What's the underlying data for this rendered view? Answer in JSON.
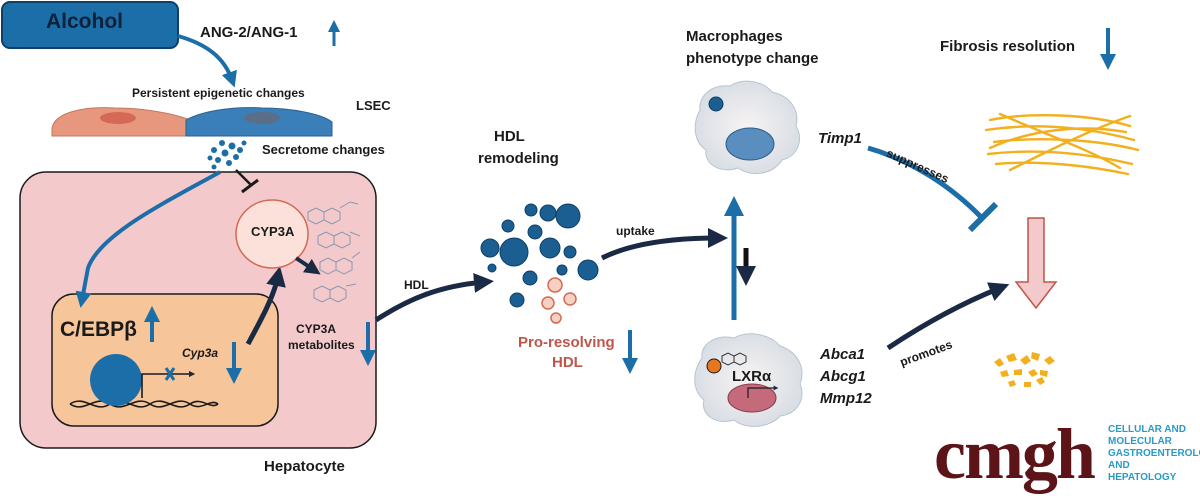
{
  "labels": {
    "alcohol": "Alcohol",
    "ang_ratio": "ANG-2/ANG-1",
    "epigenetic": "Persistent epigenetic changes",
    "lsec": "LSEC",
    "secretome": "Secretome changes",
    "cebpb": "C/EBPβ",
    "cyp3a_gene": "Cyp3a",
    "cyp3a_enzyme": "CYP3A",
    "cyp3a_metabolites_1": "CYP3A",
    "cyp3a_metabolites_2": "metabolites",
    "hepatocyte": "Hepatocyte",
    "hdl_arrow": "HDL",
    "hdl_remodeling_1": "HDL",
    "hdl_remodeling_2": "remodeling",
    "uptake": "uptake",
    "pro_resolving_1": "Pro-resolving",
    "pro_resolving_2": "HDL",
    "macrophages_1": "Macrophages",
    "macrophages_2": "phenotype change",
    "timp1": "Timp1",
    "suppresses": "suppresses",
    "lxra": "LXRα",
    "abca1": "Abca1",
    "abcg1": "Abcg1",
    "mmp12": "Mmp12",
    "promotes": "promotes",
    "fibrosis_resolution": "Fibrosis resolution"
  },
  "branding": {
    "logo": "cmgh",
    "sub_1": "CELLULAR AND",
    "sub_2": "MOLECULAR",
    "sub_3": "GASTROENTEROLOGY",
    "sub_4": "AND HEPATOLOGY"
  },
  "colors": {
    "blue": "#1b6ea8",
    "navy": "#1a2a44",
    "hepatocyte_fill": "#f3c9cc",
    "nucleus_fill": "#f6c59a",
    "pro_resolving_text": "#c0564a",
    "logo": "#5c1418",
    "logo_sub": "#2a9ac7"
  }
}
